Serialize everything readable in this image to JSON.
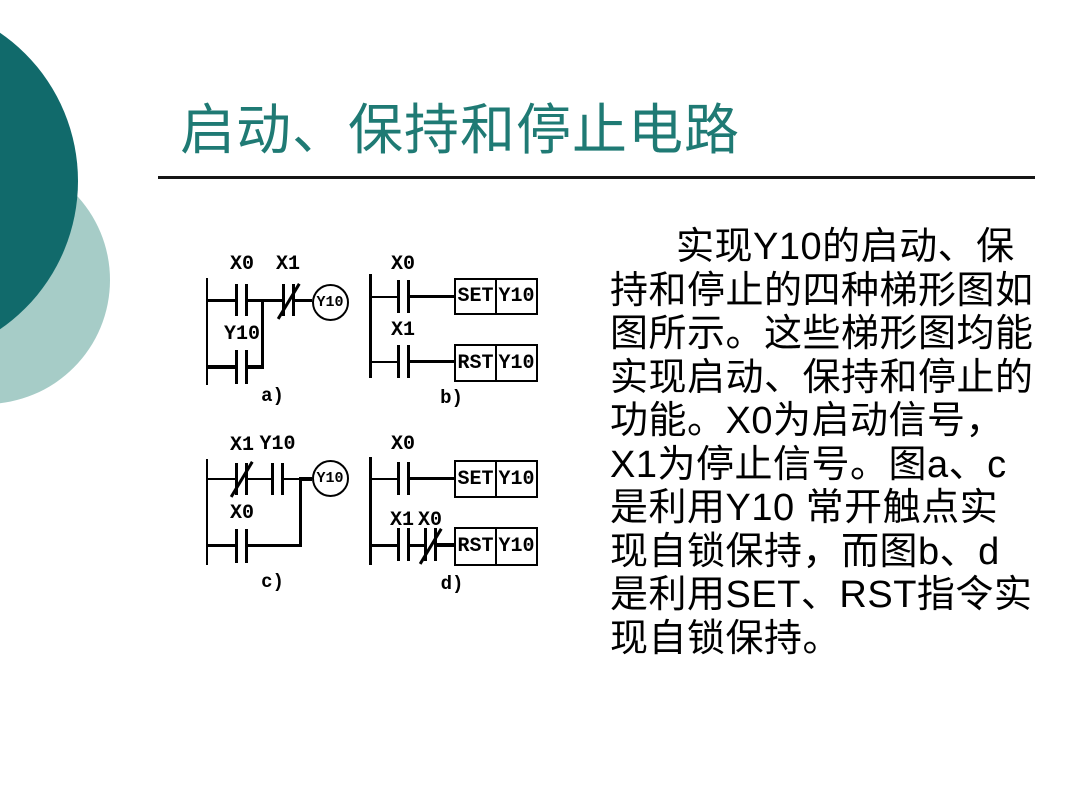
{
  "theme": {
    "accent_dark": "#116a6b",
    "accent_light": "#a6ccc7",
    "title_color": "#1f7a74"
  },
  "slide": {
    "title": "启动、保持和停止电路"
  },
  "paragraph": {
    "lines": [
      "实现Y10的启动、保",
      "持和停止的四种梯形图如",
      "图所示。这些梯形图均能",
      "实现启动、保持和停止的",
      "功能。X0为启动信号，",
      "X1为停止信号。图a、c",
      "是利用Y10 常开触点实",
      "现自锁保持，而图b、d",
      "是利用SET、RST指令实",
      "现自锁保持。"
    ]
  },
  "ladder": {
    "a": {
      "x0": "X0",
      "x1": "X1",
      "y10": "Y10",
      "coil": "Y10",
      "caption": "a)"
    },
    "b": {
      "x0": "X0",
      "x1": "X1",
      "set": "SET",
      "set_operand": "Y10",
      "rst": "RST",
      "rst_operand": "Y10",
      "caption": "b)"
    },
    "c": {
      "x1": "X1",
      "y10": "Y10",
      "x0": "X0",
      "coil": "Y10",
      "caption": "c)"
    },
    "d": {
      "x0": "X0",
      "set": "SET",
      "set_operand": "Y10",
      "x1": "X1",
      "x0_nc": "X0",
      "rst": "RST",
      "rst_operand": "Y10",
      "caption": "d)"
    }
  }
}
